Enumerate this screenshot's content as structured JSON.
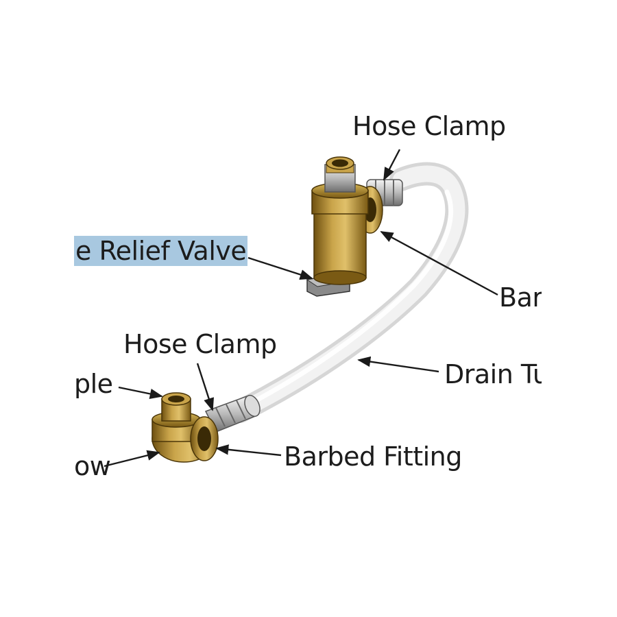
{
  "labels": {
    "hose_clamp_top": "Hose Clamp",
    "relief_valve": "e Relief Valve",
    "barbed_top": "Bar",
    "hose_clamp_bottom": "Hose Clamp",
    "drain_tube": "Drain Tu",
    "nipple": "ple",
    "barbed_fitting": "Barbed Fitting",
    "elbow": "ow"
  },
  "colors": {
    "brass": "#b8912f",
    "brass_dark": "#7a5a12",
    "tube": "#eeeeee",
    "selection": "#a8c8e0"
  }
}
